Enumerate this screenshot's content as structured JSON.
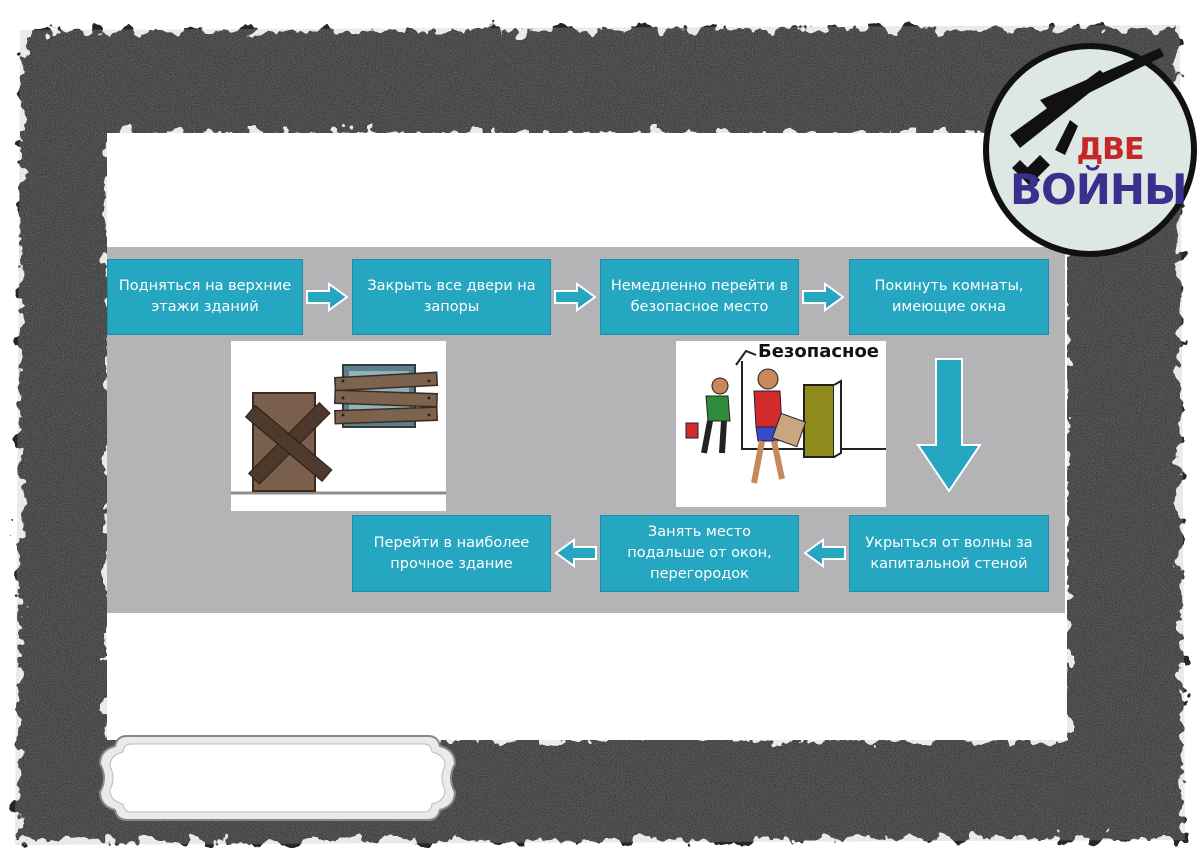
{
  "steps": {
    "s1": "Подняться на верхние этажи зданий",
    "s2": "Закрыть все двери на запоры",
    "s3": "Немедленно перейти в безопасное место",
    "s4": "Покинуть комнаты, имеющие окна",
    "s5": "Укрыться от волны за капитальной стеной",
    "s6": "Занять место подальше от окон, перегородок",
    "s7": "Перейти в наиболее прочное здание"
  },
  "illustration": {
    "safe_sign": "Безопасное"
  },
  "logo": {
    "line1": "ДВЕ",
    "line2": "ВОЙНЫ"
  },
  "colors": {
    "step_fill": "#25a6c1",
    "band": "#b4b4b6",
    "logo_line1": "#c62828",
    "logo_line2": "#3b2e8c"
  }
}
